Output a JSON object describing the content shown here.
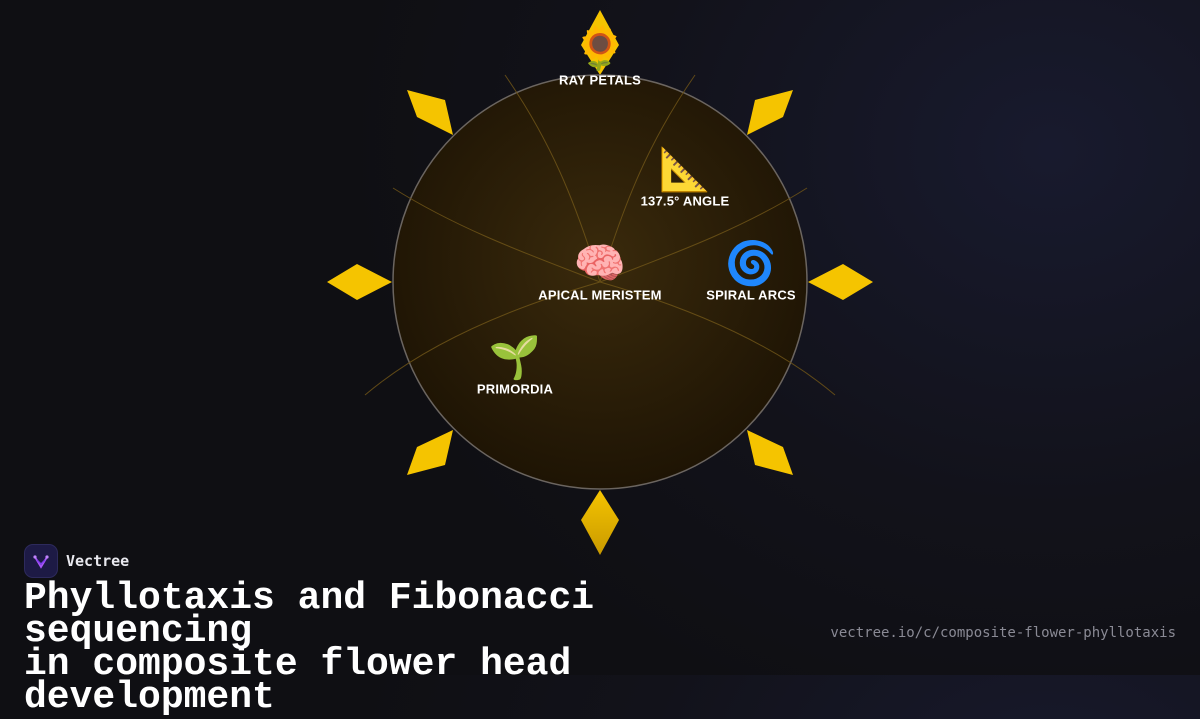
{
  "brand": {
    "name": "Vectree",
    "logo_icon": "vectree-logo-icon"
  },
  "title_line1": "Phyllotaxis and Fibonacci sequencing",
  "title_line2": "in composite flower head development",
  "url": "vectree.io/c/composite-flower-phyllotaxis",
  "colors": {
    "petal": "#f5c400",
    "disc": "#2e2008",
    "background": "#0f0f13",
    "label": "#ffffff"
  },
  "nodes": {
    "ray_petals": {
      "label": "RAY PETALS",
      "icon": "🌻",
      "icon_name": "sunflower-icon"
    },
    "angle": {
      "label": "137.5° ANGLE",
      "icon": "📐",
      "icon_name": "triangle-ruler-icon"
    },
    "apical_meristem": {
      "label": "APICAL MERISTEM",
      "icon": "🧠",
      "icon_name": "brain-icon"
    },
    "spiral_arcs": {
      "label": "SPIRAL ARCS",
      "icon": "🌀",
      "icon_name": "spiral-icon"
    },
    "primordia": {
      "label": "PRIMORDIA",
      "icon": "🌱",
      "icon_name": "seedling-icon"
    }
  }
}
